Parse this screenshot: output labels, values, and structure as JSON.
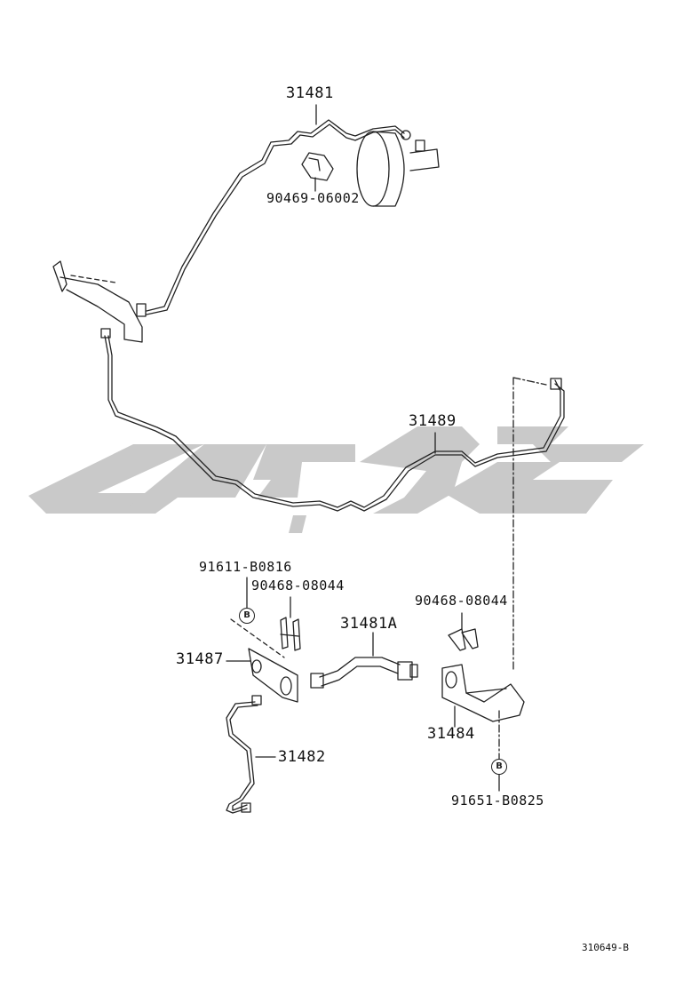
{
  "parts": {
    "p31481": "31481",
    "p90469": "90469-06002",
    "p31489": "31489",
    "p91611": "91611-B0816",
    "p90468a": "90468-08044",
    "p31481A": "31481A",
    "p90468b": "90468-08044",
    "p31487": "31487",
    "p31484": "31484",
    "p31482": "31482",
    "p91651": "91651-B0825"
  },
  "markers": {
    "b1": "B",
    "b2": "B"
  },
  "footer": {
    "drawing_id": "310649-B"
  },
  "watermark": {
    "color": "#c8c8c8"
  }
}
